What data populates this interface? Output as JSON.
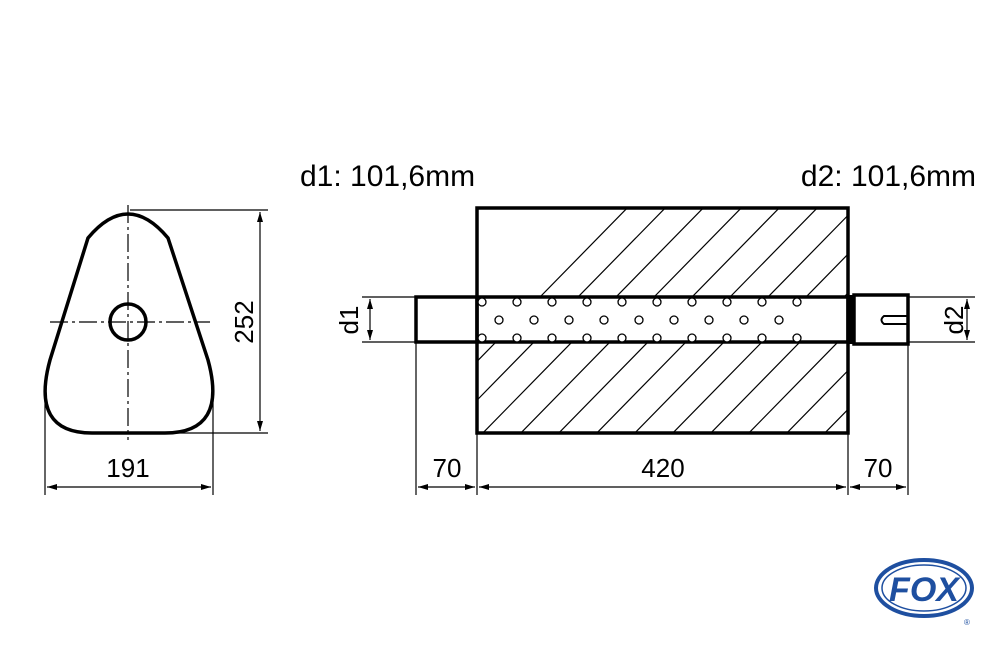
{
  "labels": {
    "d1_spec": "d1: 101,6mm",
    "d2_spec": "d2: 101,6mm",
    "height": "252",
    "width": "191",
    "inlet_length": "70",
    "body_length": "420",
    "outlet_length": "70",
    "d1": "d1",
    "d2": "d2"
  },
  "logo": {
    "text": "FOX",
    "registered": "®",
    "color": "#1e4fa0"
  }
}
